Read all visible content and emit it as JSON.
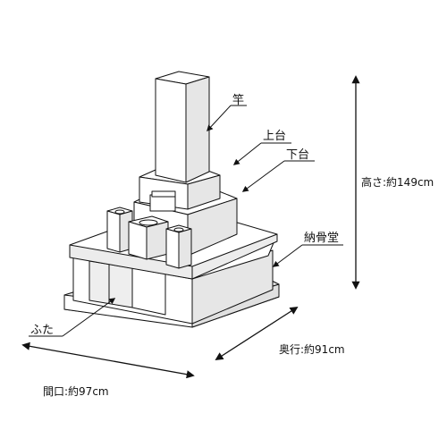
{
  "labels": {
    "sao": "竿",
    "jodai": "上台",
    "gedai": "下台",
    "nokotsudo": "納骨堂",
    "futa": "ふた"
  },
  "dimensions": {
    "height": "高さ:約149cm",
    "depth": "奥行:約91cm",
    "width": "間口:約97cm"
  },
  "colors": {
    "stroke": "#111111",
    "face": "#ffffff",
    "shade": "#e6e6e6",
    "dark": "#cfcfcf"
  }
}
